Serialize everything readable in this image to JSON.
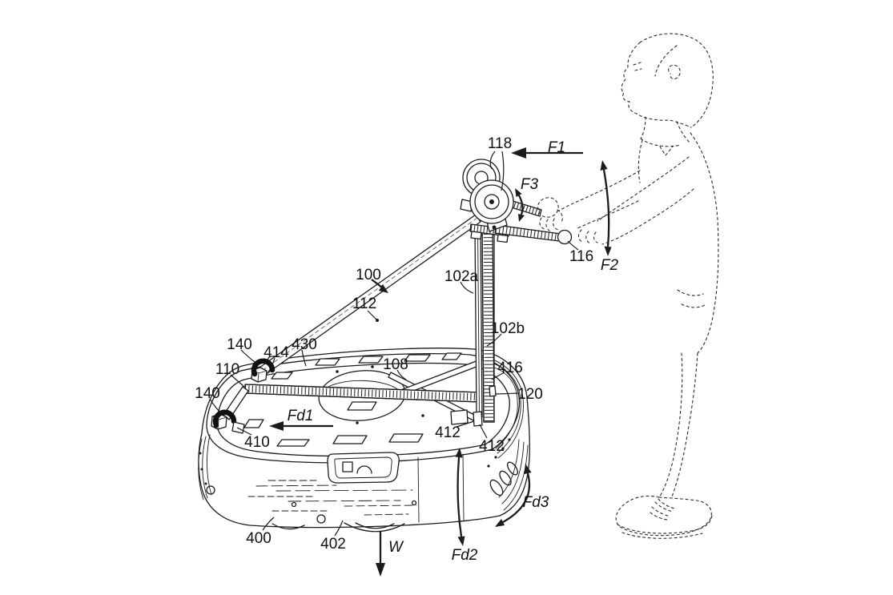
{
  "figure": {
    "labels": {
      "n118": "118",
      "f1": "F1",
      "f3": "F3",
      "n116": "116",
      "f2": "F2",
      "n100": "100",
      "n112": "112",
      "n102a": "102a",
      "n102b": "102b",
      "n140a": "140",
      "n414": "414",
      "n430": "430",
      "n110": "110",
      "n140b": "140",
      "n108": "108",
      "n416": "416",
      "n120": "120",
      "fd1": "Fd1",
      "n410": "410",
      "n412a": "412",
      "n412b": "412",
      "n400": "400",
      "n402": "402",
      "w": "W",
      "fd2": "Fd2",
      "fd3": "Fd3"
    },
    "colors": {
      "ink": "#1b1b1b",
      "background": "#ffffff"
    }
  }
}
